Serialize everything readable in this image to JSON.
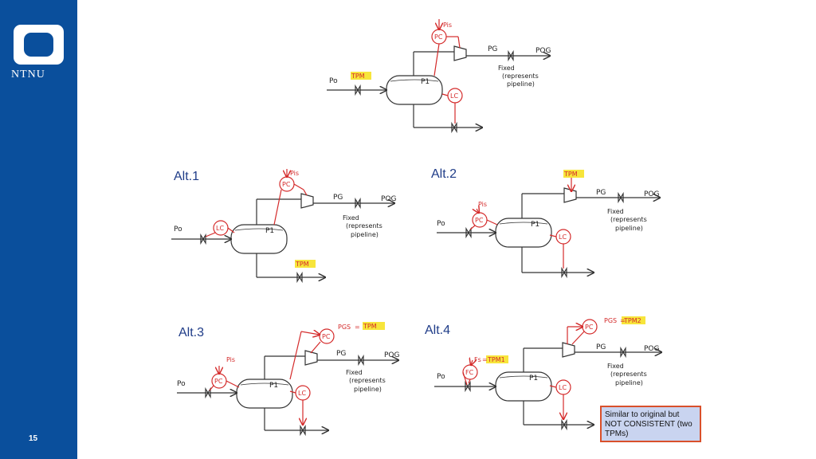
{
  "logo": {
    "text": "NTNU"
  },
  "slide": {
    "page_number": "15"
  },
  "alts": [
    {
      "label": "Alt.1"
    },
    {
      "label": "Alt.2"
    },
    {
      "label": "Alt.3"
    },
    {
      "label": "Alt.4"
    }
  ],
  "note": {
    "text": "Similar to original but NOT CONSISTENT (two TPMs)"
  },
  "colors": {
    "sidebar": "#0a4f9c",
    "alt_label": "#1f3c88",
    "control": "#d42a2a",
    "highlight": "#f7e53b",
    "note_bg": "#c9d4f0",
    "note_border": "#d9502b"
  },
  "diagrams": {
    "original": {
      "p0": "Po",
      "tpm": "TPM",
      "pc": "PC",
      "ps": "Pis",
      "lc": "LC",
      "p1": "P1",
      "pg": "PG",
      "pog": "POG",
      "fixed": [
        "Fixed",
        "(represents",
        "pipeline)"
      ]
    },
    "alt1": {
      "p0": "Po",
      "lc": "LC",
      "pc": "PC",
      "ps": "Pis",
      "p1": "P1",
      "pg": "PG",
      "pog": "POG",
      "tpm": "TPM",
      "fixed": [
        "Fixed",
        "(represents",
        "pipeline)"
      ]
    },
    "alt2": {
      "p0": "Po",
      "pc": "PC",
      "ps": "Pis",
      "tpm": "TPM",
      "lc": "LC",
      "p1": "P1",
      "pg": "PG",
      "pog": "POG",
      "fixed": [
        "Fixed",
        "(represents",
        "pipeline)"
      ]
    },
    "alt3": {
      "p0": "Po",
      "pc1": "PC",
      "ps1": "Pis",
      "pc2": "PC",
      "ps2": "PGS",
      "tpm": "TPM",
      "lc": "LC",
      "p1": "P1",
      "pg": "PG",
      "pog": "POG",
      "fixed": [
        "Fixed",
        "(represents",
        "pipeline)"
      ]
    },
    "alt4": {
      "p0": "Po",
      "fc": "FC",
      "fs": "Fs",
      "tpm1": "TPM1",
      "pc": "PC",
      "ps": "PGS",
      "tpm2": "TPM2",
      "lc": "LC",
      "p1": "P1",
      "pg": "PG",
      "pog": "POG",
      "fixed": [
        "Fixed",
        "(represents",
        "pipeline)"
      ]
    }
  }
}
